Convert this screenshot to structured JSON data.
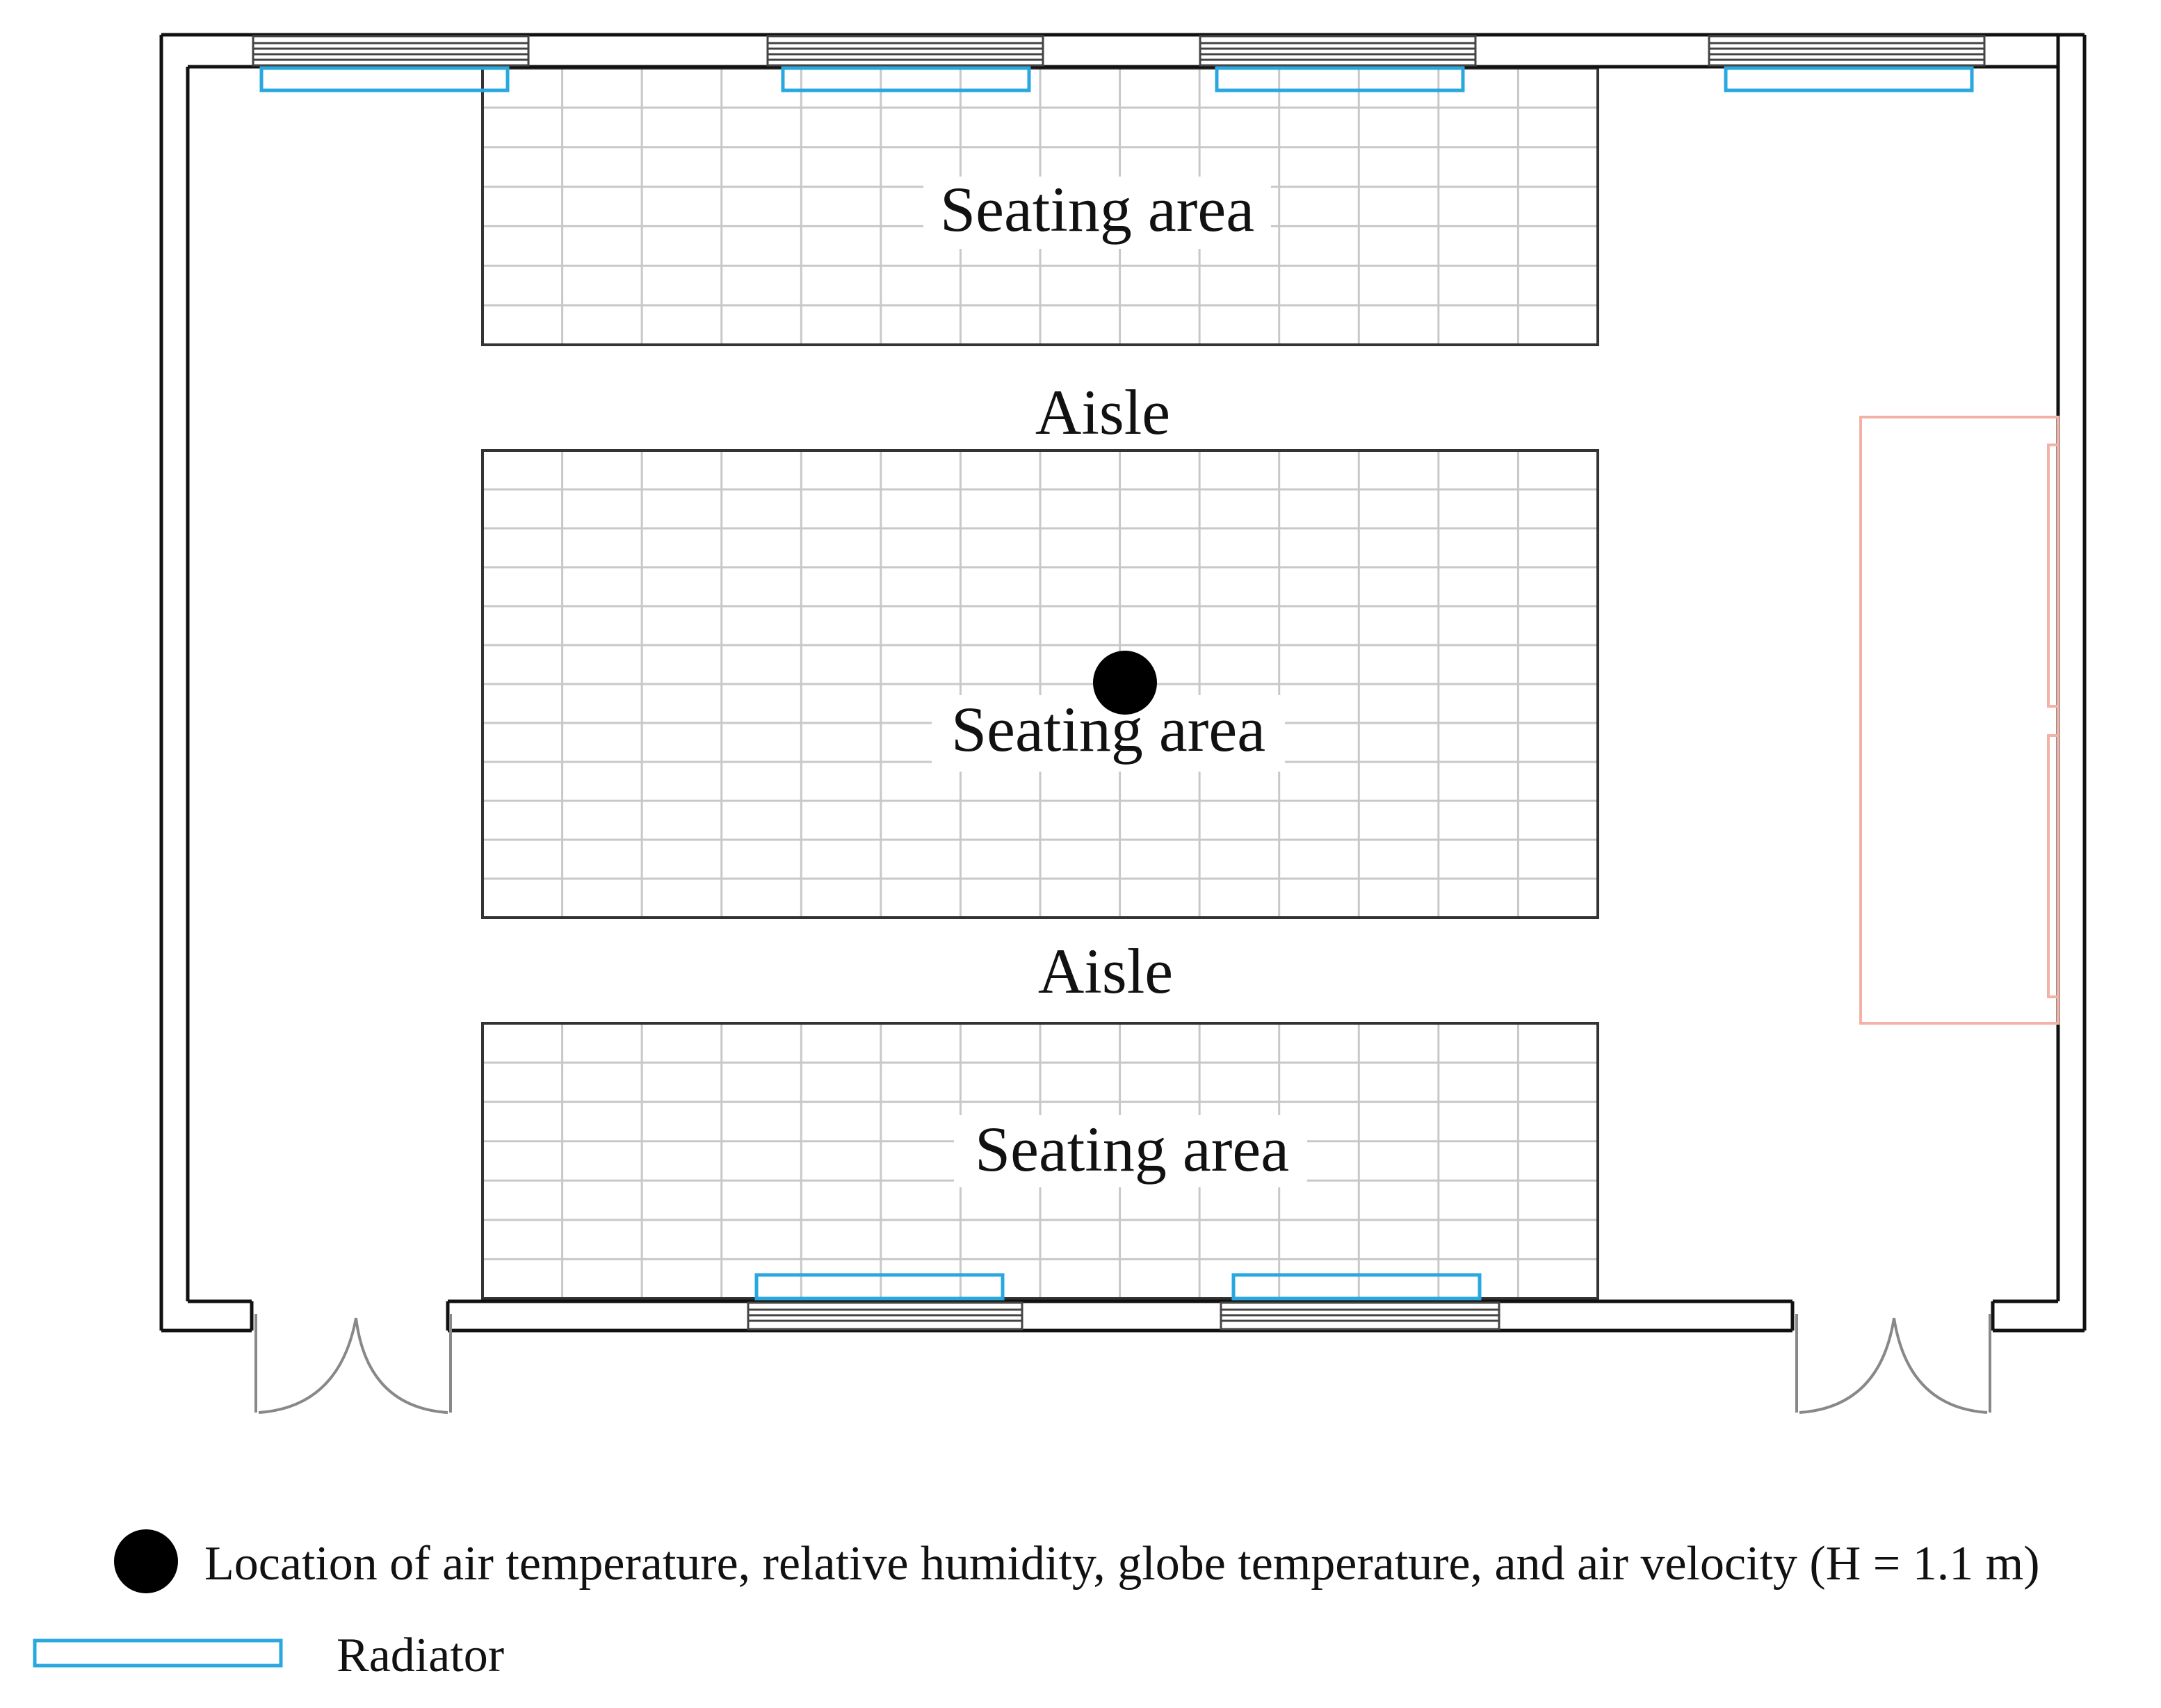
{
  "labels": {
    "seating_area_top": "Seating area",
    "aisle_upper": "Aisle",
    "seating_area_middle": "Seating area",
    "aisle_lower": "Aisle",
    "seating_area_bottom": "Seating area"
  },
  "legend": {
    "sensor_text": "Location of air temperature, relative humidity, globe temperature, and air velocity (H = 1.1 m)",
    "radiator_text": "Radiator"
  },
  "colors": {
    "wall": "#111111",
    "grid": "#c8c8c8",
    "radiator": "#29a8e0",
    "stage": "#f2b3a6",
    "sensor": "#000000"
  }
}
